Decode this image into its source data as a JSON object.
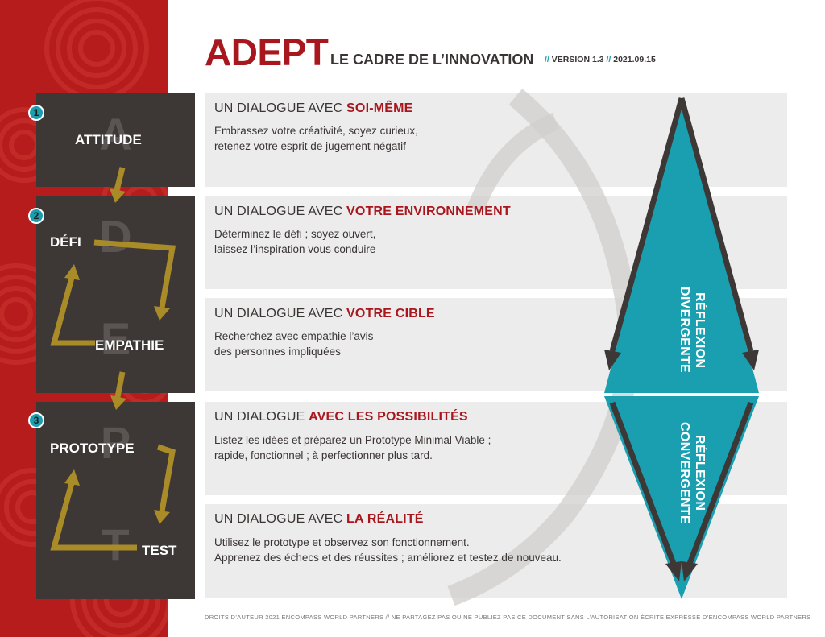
{
  "header": {
    "title": "ADEPT",
    "subtitle": "LE CADRE DE L’INNOVATION",
    "separator": "//",
    "version": "VERSION 1.3",
    "date": "2021.09.15"
  },
  "stages": [
    {
      "number": "1",
      "letters": [
        "A"
      ],
      "labels": [
        "ATTITUDE"
      ]
    },
    {
      "number": "2",
      "letters": [
        "D",
        "E"
      ],
      "labels": [
        "DÉFI",
        "EMPATHIE"
      ]
    },
    {
      "number": "3",
      "letters": [
        "P",
        "T"
      ],
      "labels": [
        "PROTOTYPE",
        "TEST"
      ]
    }
  ],
  "rows": [
    {
      "heading_prefix": "UN DIALOGUE AVEC ",
      "heading_highlight": "SOI-MÊME",
      "description": "Embrassez votre créativité, soyez curieux,\nretenez votre esprit de jugement négatif"
    },
    {
      "heading_prefix": "UN DIALOGUE AVEC ",
      "heading_highlight": "VOTRE ENVIRONNEMENT",
      "description": "Déterminez le défi ; soyez ouvert,\nlaissez l’inspiration vous conduire"
    },
    {
      "heading_prefix": "UN DIALOGUE AVEC ",
      "heading_highlight": "VOTRE CIBLE",
      "description": "Recherchez avec empathie l’avis\ndes personnes impliquées"
    },
    {
      "heading_prefix": "UN DIALOGUE ",
      "heading_highlight": "AVEC LES POSSIBILITÉS",
      "description": "Listez les idées et préparez un Prototype Minimal Viable ;\nrapide, fonctionnel ; à perfectionner plus tard."
    },
    {
      "heading_prefix": "UN DIALOGUE AVEC ",
      "heading_highlight": "LA RÉALITÉ",
      "description": "Utilisez le prototype et observez son fonctionnement.\nApprenez des échecs et des réussites ; améliorez et testez de nouveau."
    }
  ],
  "reflexion": {
    "divergent": "RÉFLEXION\nDIVERGENTE",
    "convergent": "RÉFLEXION\nCONVERGENTE"
  },
  "footer": "DROITS D’AUTEUR 2021 ENCOMPASS WORLD PARTNERS   //   NE PARTAGEZ PAS OU NE PUBLIEZ PAS CE DOCUMENT SANS L’AUTORISATION ÉCRITE EXPRESSE D’ENCOMPASS WORLD PARTNERS",
  "colors": {
    "brand_red": "#a8171e",
    "band_red": "#b71c1c",
    "teal": "#1a9fb0",
    "dark": "#3d3836",
    "arrow_gold": "#a98b28",
    "row_bg": "#ececec"
  }
}
